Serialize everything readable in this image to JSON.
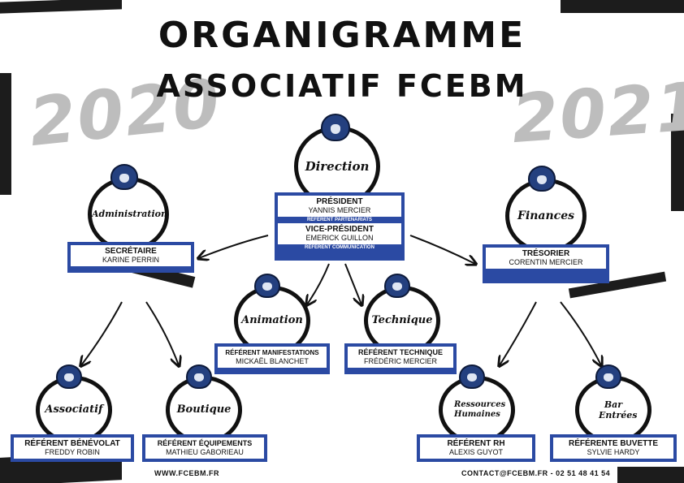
{
  "title_line1": "ORGANIGRAMME",
  "title_line2": "ASSOCIATIF FCEBM",
  "year_left": "2020",
  "year_right": "2021",
  "colors": {
    "card_blue": "#2b4aa3",
    "lion_blue": "#24407f",
    "year_gray": "#bdbdbd"
  },
  "nodes": {
    "direction": {
      "label": "Direction",
      "roles": [
        {
          "role": "PRÉSIDENT",
          "person": "YANNIS MERCIER",
          "sub": "RÉFÉRENT PARTENARIATS"
        },
        {
          "role": "VICE-PRÉSIDENT",
          "person": "EMERICK GUILLON",
          "sub": "RÉFÉRENT COMMUNICATION"
        }
      ]
    },
    "administration": {
      "label": "Administration",
      "role": "SECRÉTAIRE",
      "person": "KARINE PERRIN"
    },
    "finances": {
      "label": "Finances",
      "role": "TRÉSORIER",
      "person": "CORENTIN MERCIER"
    },
    "animation": {
      "label": "Animation",
      "role": "RÉFÉRENT MANIFESTATIONS",
      "person": "MICKAËL BLANCHET"
    },
    "technique": {
      "label": "Technique",
      "role": "RÉFÉRENT TECHNIQUE",
      "person": "FRÉDÉRIC MERCIER"
    },
    "associatif": {
      "label": "Associatif",
      "role": "RÉFÉRENT BÉNÉVOLAT",
      "person": "FREDDY ROBIN"
    },
    "boutique": {
      "label": "Boutique",
      "role": "RÉFÉRENT ÉQUIPEMENTS",
      "person": "MATHIEU GABORIEAU"
    },
    "rh": {
      "label": "Ressources Humaines",
      "role": "RÉFÉRENT RH",
      "person": "ALEXIS GUYOT"
    },
    "buvette": {
      "label": "Bar Entrées",
      "role": "RÉFÉRENTE BUVETTE",
      "person": "SYLVIE HARDY"
    }
  },
  "footer": {
    "website": "WWW.FCEBM.FR",
    "contact": "CONTACT@FCEBM.FR - 02 51 48 41 54"
  }
}
